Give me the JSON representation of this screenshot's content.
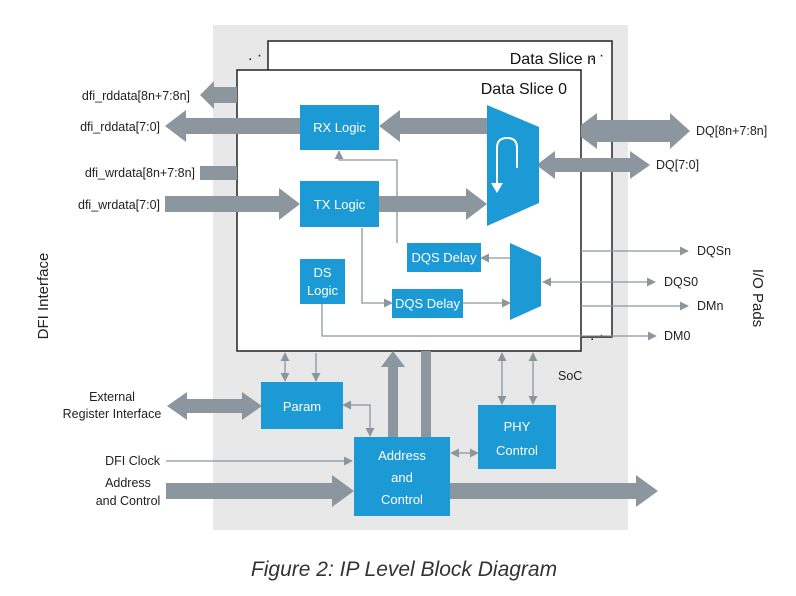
{
  "blocks": {
    "data_slice_n": "Data Slice n",
    "data_slice_0": "Data Slice 0",
    "rx_logic": "RX Logic",
    "tx_logic": "TX Logic",
    "ds_logic": [
      "DS",
      "Logic"
    ],
    "dqs_delay_top": "DQS Delay",
    "dqs_delay_bottom": "DQS Delay",
    "param": "Param",
    "phy_control": [
      "PHY",
      "Control"
    ],
    "address_control": [
      "Address",
      "and",
      "Control"
    ],
    "soc": "SoC"
  },
  "left_signals": {
    "rddata_n": "dfi_rddata[8n+7:8n]",
    "rddata_0": "dfi_rddata[7:0]",
    "wrdata_n": "dfi_wrdata[8n+7:8n]",
    "wrdata_0": "dfi_wrdata[7:0]",
    "external_register": [
      "External",
      "Register Interface"
    ],
    "dfi_clock": "DFI Clock",
    "address_control": [
      "Address",
      "and Control"
    ]
  },
  "right_signals": {
    "dq_n": "DQ[8n+7:8n]",
    "dq_0": "DQ[7:0]",
    "dqsn": "DQSn",
    "dqs0": "DQS0",
    "dmn": "DMn",
    "dm0": "DM0"
  },
  "side_labels": {
    "dfi_interface": "DFI Interface",
    "io_pads": "I/O Pads"
  },
  "caption": "Figure 2:  IP Level Block Diagram",
  "colors": {
    "block_blue": "#1C9AD6",
    "arrow_gray": "#8C969E",
    "soc_bg": "#E8E8E8",
    "line_gray": "#8C969E"
  }
}
